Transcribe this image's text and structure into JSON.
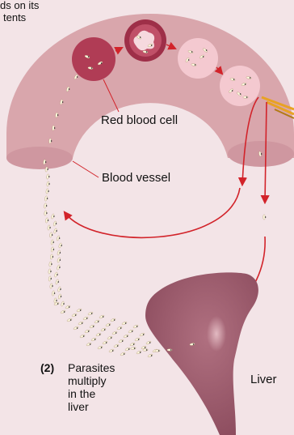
{
  "labels": {
    "top_fragment_line1": "ds on its",
    "top_fragment_line2": "tents",
    "red_blood_cell": "Red blood cell",
    "blood_vessel": "Blood vessel",
    "liver": "Liver",
    "step_number": "(2)",
    "step_text_line1": "Parasites",
    "step_text_line2": "multiply",
    "step_text_line3": "in the",
    "step_text_line4": "liver"
  },
  "colors": {
    "background": "#f3e4e7",
    "vessel": "#d9a6ac",
    "rbc_dark": "#b03c55",
    "rbc_light": "#f4c9d0",
    "arrow": "#d2232a",
    "liver": "#9c5a6b",
    "parasite": "#fbf6dc"
  }
}
